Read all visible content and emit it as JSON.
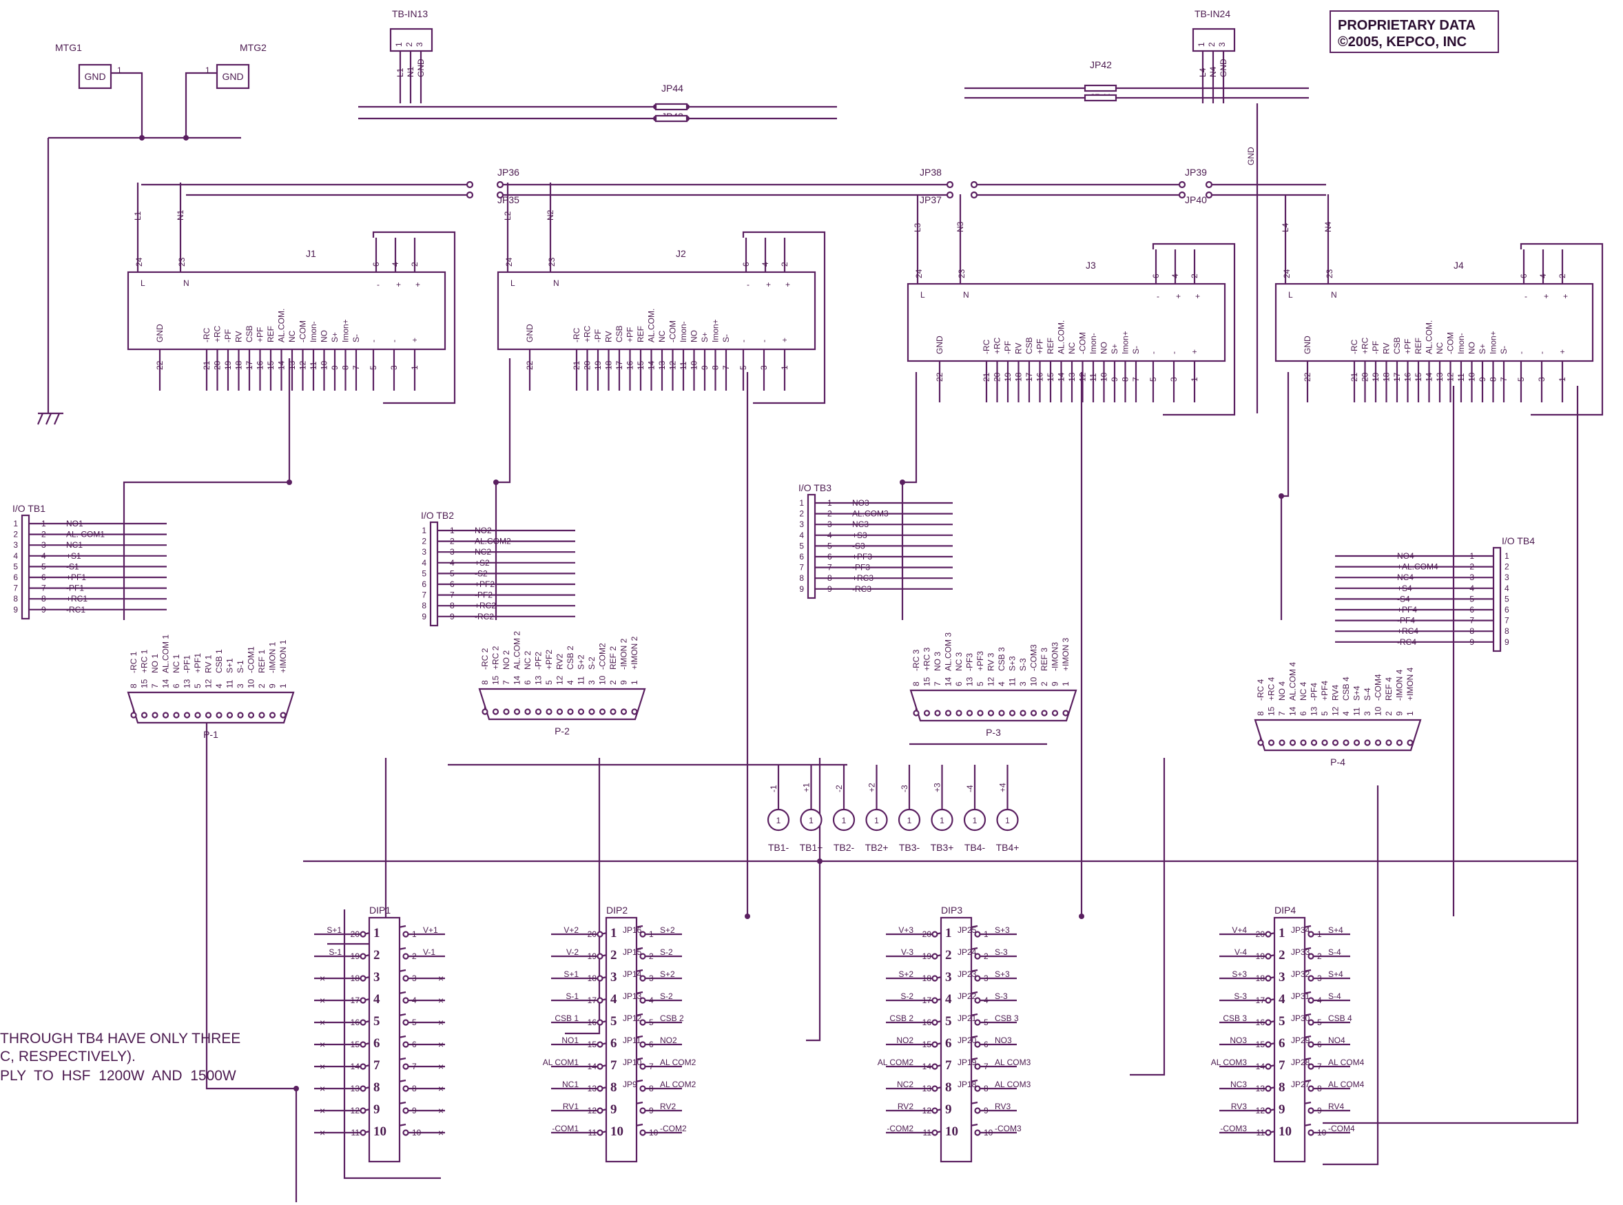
{
  "title_block": {
    "line1": "PROPRIETARY DATA",
    "line2": "©2005, KEPCO, INC"
  },
  "notes": [
    "THROUGH TB4 HAVE ONLY THREE",
    "C, RESPECTIVELY).",
    "PLY  TO  HSF  1200W  AND  1500W"
  ],
  "mounting": [
    {
      "label": "MTG1",
      "box": "GND",
      "pin": "1"
    },
    {
      "label": "MTG2",
      "box": "GND",
      "pin": "1"
    }
  ],
  "input_terminals": [
    {
      "label": "TB-IN13",
      "pins": [
        "1",
        "2",
        "3"
      ],
      "nets": [
        "L1",
        "N1",
        "GND"
      ]
    },
    {
      "label": "TB-IN24",
      "pins": [
        "1",
        "2",
        "3"
      ],
      "nets": [
        "L4",
        "N4",
        "GND"
      ]
    }
  ],
  "jumpers": [
    "JP44",
    "JP43",
    "JP42",
    "JP41",
    "JP36",
    "JP35",
    "JP38",
    "JP37",
    "JP39",
    "JP40"
  ],
  "gnd_label": "GND",
  "connectors": [
    {
      "name": "J1",
      "l_net": "L1",
      "n_net": "N1"
    },
    {
      "name": "J2",
      "l_net": "L2",
      "n_net": "N2"
    },
    {
      "name": "J3",
      "l_net": "L3",
      "n_net": "N3"
    },
    {
      "name": "J4",
      "l_net": "L4",
      "n_net": "N4"
    }
  ],
  "connector_top": {
    "l": "L",
    "n": "N",
    "l_pin": "24",
    "n_pin": "23",
    "pins": [
      "6",
      "4",
      "2"
    ],
    "signs": [
      "-",
      "+",
      "+"
    ]
  },
  "connector_bottom": {
    "signals": [
      "GND",
      "-RC",
      "+RC",
      "-PF",
      "RV",
      "CSB",
      "+PF",
      "REF",
      "AL.COM.",
      "NC",
      "-COM",
      "Imon-",
      "NO",
      "S+",
      "Imon+",
      "S-",
      "-",
      "-",
      "+"
    ],
    "pins": [
      "22",
      "21",
      "20",
      "19",
      "18",
      "17",
      "16",
      "15",
      "14",
      "13",
      "12",
      "11",
      "10",
      "9",
      "8",
      "7",
      "5",
      "3",
      "1"
    ]
  },
  "io_terminals": [
    {
      "label": "I/O TB1",
      "rows": [
        [
          "1",
          "NO1"
        ],
        [
          "2",
          "AL. COM1"
        ],
        [
          "3",
          "NC1"
        ],
        [
          "4",
          "+S1"
        ],
        [
          "5",
          "-S1"
        ],
        [
          "6",
          "+PF1"
        ],
        [
          "7",
          "-PF1"
        ],
        [
          "8",
          "+RC1"
        ],
        [
          "9",
          "-RC1"
        ]
      ]
    },
    {
      "label": "I/O TB2",
      "rows": [
        [
          "1",
          "NO2"
        ],
        [
          "2",
          "AL.COM2"
        ],
        [
          "3",
          "NC2"
        ],
        [
          "4",
          "+S2"
        ],
        [
          "5",
          "-S2"
        ],
        [
          "6",
          "+PF2"
        ],
        [
          "7",
          "-PF2"
        ],
        [
          "8",
          "+RC2"
        ],
        [
          "9",
          "-RC2"
        ]
      ]
    },
    {
      "label": "I/O TB3",
      "rows": [
        [
          "1",
          "NO3"
        ],
        [
          "2",
          "AL.COM3"
        ],
        [
          "3",
          "NC3"
        ],
        [
          "4",
          "+S3"
        ],
        [
          "5",
          "-S3"
        ],
        [
          "6",
          "+PF3"
        ],
        [
          "7",
          "-PF3"
        ],
        [
          "8",
          "+RC3"
        ],
        [
          "9",
          "-RC3"
        ]
      ]
    },
    {
      "label": "I/O TB4",
      "rows": [
        [
          "1",
          "NO4"
        ],
        [
          "2",
          "+AL.COM4"
        ],
        [
          "3",
          "NC4"
        ],
        [
          "4",
          "+S4"
        ],
        [
          "5",
          "-S4"
        ],
        [
          "6",
          "+PF4"
        ],
        [
          "7",
          "-PF4"
        ],
        [
          "8",
          "+RC4"
        ],
        [
          "9",
          "-RC4"
        ]
      ]
    }
  ],
  "dsub": [
    {
      "label": "P-1",
      "pins": [
        "8",
        "15",
        "7",
        "14",
        "6",
        "13",
        "5",
        "12",
        "4",
        "11",
        "3",
        "10",
        "2",
        "9",
        "1"
      ],
      "signals": [
        "-RC 1",
        "+RC 1",
        "NO 1",
        "AL.COM 1",
        "NC 1",
        "-PF1",
        "+PF1",
        "RV 1",
        "CSB 1",
        "S+1",
        "S-1",
        "-COM1",
        "REF 1",
        "-IMON 1",
        "+IMON 1"
      ]
    },
    {
      "label": "P-2",
      "pins": [
        "8",
        "15",
        "7",
        "14",
        "6",
        "13",
        "5",
        "12",
        "4",
        "11",
        "3",
        "10",
        "2",
        "9",
        "1"
      ],
      "signals": [
        "-RC 2",
        "+RC 2",
        "NO 2",
        "AL.COM 2",
        "NC 2",
        "-PF2",
        "+PF2",
        "RV2",
        "CSB 2",
        "S+2",
        "S-2",
        "-COM2",
        "REF 2",
        "-IMON 2",
        "+IMON 2"
      ]
    },
    {
      "label": "P-3",
      "pins": [
        "8",
        "15",
        "7",
        "14",
        "6",
        "13",
        "5",
        "12",
        "4",
        "11",
        "3",
        "10",
        "2",
        "9",
        "1"
      ],
      "signals": [
        "-RC 3",
        "+RC 3",
        "NO 3",
        "AL.COM 3",
        "NC 3",
        "-PF3",
        "+PF3",
        "RV 3",
        "CSB 3",
        "S+3",
        "S-3",
        "-COM3",
        "REF 3",
        "-IMON3",
        "+IMON 3"
      ]
    },
    {
      "label": "P-4",
      "pins": [
        "8",
        "15",
        "7",
        "14",
        "6",
        "13",
        "5",
        "12",
        "4",
        "11",
        "3",
        "10",
        "2",
        "9",
        "1"
      ],
      "signals": [
        "-RC 4",
        "+RC 4",
        "NO 4",
        "AL.COM 4",
        "NC 4",
        "-PF4",
        "+PF4",
        "RV4",
        "CSB 4",
        "S+4",
        "S-4",
        "-COM4",
        "REF 4",
        "-IMON 4",
        "+IMON 4"
      ]
    }
  ],
  "output_terminals": {
    "signs": [
      "-1",
      "+1",
      "-2",
      "+2",
      "-3",
      "+3",
      "-4",
      "+4"
    ],
    "labels": [
      "TB1-",
      "TB1+",
      "TB2-",
      "TB2+",
      "TB3-",
      "TB3+",
      "TB4-",
      "TB4+"
    ],
    "pin": "1"
  },
  "dips": [
    {
      "label": "DIP1",
      "left": [
        "S+1",
        "S-1",
        "",
        "",
        "",
        "",
        "",
        "",
        "",
        ""
      ],
      "right": [
        "V+1",
        "V-1",
        "",
        "",
        "",
        "",
        "",
        "",
        "",
        ""
      ],
      "jps": []
    },
    {
      "label": "DIP2",
      "left": [
        "V+2",
        "V-2",
        "S+1",
        "S-1",
        "CSB 1",
        "NO1",
        "AL COM1",
        "NC1",
        "RV1",
        "-COM1"
      ],
      "right": [
        "S+2",
        "S-2",
        "S+2",
        "S-2",
        "CSB 2",
        "NO2",
        "AL COM2",
        "AL COM2",
        "RV2",
        "-COM2"
      ],
      "jps": [
        "JP16",
        "JP15",
        "JP14",
        "JP13",
        "JP12",
        "JP11",
        "JP10",
        "JP9",
        "",
        ""
      ]
    },
    {
      "label": "DIP3",
      "left": [
        "V+3",
        "V-3",
        "S+2",
        "S-2",
        "CSB 2",
        "NO2",
        "AL COM2",
        "NC2",
        "RV2",
        "-COM2"
      ],
      "right": [
        "S+3",
        "S-3",
        "S+3",
        "S-3",
        "CSB 3",
        "NO3",
        "AL COM3",
        "AL COM3",
        "RV3",
        "-COM3"
      ],
      "jps": [
        "JP25",
        "JP24",
        "JP23",
        "JP22",
        "JP21",
        "JP20",
        "JP19",
        "JP18",
        "",
        ""
      ]
    },
    {
      "label": "DIP4",
      "left": [
        "V+4",
        "V-4",
        "S+3",
        "S-3",
        "CSB 3",
        "NO3",
        "AL COM3",
        "NC3",
        "RV3",
        "-COM3"
      ],
      "right": [
        "S+4",
        "S-4",
        "S+4",
        "S-4",
        "CSB 4",
        "NO4",
        "AL COM4",
        "AL COM4",
        "RV4",
        "-COM4"
      ],
      "jps": [
        "JP34",
        "JP33",
        "JP32",
        "JP31",
        "JP30",
        "JP29",
        "JP28",
        "JP27",
        "",
        ""
      ]
    }
  ],
  "dip_switch_numbers": [
    "1",
    "2",
    "3",
    "4",
    "5",
    "6",
    "7",
    "8",
    "9",
    "10"
  ],
  "dip_left_pins": [
    "20",
    "19",
    "18",
    "17",
    "16",
    "15",
    "14",
    "13",
    "12",
    "11"
  ],
  "dip_right_pins": [
    "1",
    "2",
    "3",
    "4",
    "5",
    "6",
    "7",
    "8",
    "9",
    "10"
  ],
  "colors": {
    "ink": "#5a1f60",
    "text": "#4b1a4f",
    "background": "#ffffff"
  }
}
